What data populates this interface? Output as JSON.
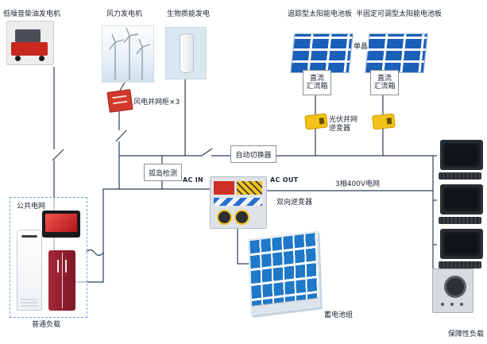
{
  "diagram": {
    "sources": {
      "diesel_label": "低噪音柴油发电机",
      "wind_label": "风力发电机",
      "biomass_label": "生物质能发电",
      "solar_tracking_label": "追踪型太阳能电池板",
      "solar_semifixed_label": "半固定可调型太阳能电池板",
      "mono_label": "单晶"
    },
    "equipment": {
      "wind_cabinet_label": "风电并网柜×3",
      "dc_combiner_line1": "直流",
      "dc_combiner_line2": "汇流箱",
      "pv_inverter_line1": "光伏并网",
      "pv_inverter_line2": "逆变器",
      "auto_switch_label": "自动切换器",
      "island_detection_label": "孤岛检测",
      "bidirectional_inverter_label": "双向逆变器",
      "battery_label": "蓄电池组"
    },
    "bus": {
      "ac_in_label": "AC IN",
      "ac_out_label": "AC OUT",
      "grid_label": "3相400V电网"
    },
    "loads": {
      "public_grid_label": "公共电网",
      "normal_load_label": "普通负载",
      "protected_load_label": "保障性负载"
    },
    "colors": {
      "line": "#2e3e57",
      "solar_blue": "#1a5fb8",
      "inverter_yellow": "#f2c21a",
      "cabinet_red": "#d23a2e",
      "battery_blue": "#1f78c8"
    }
  }
}
